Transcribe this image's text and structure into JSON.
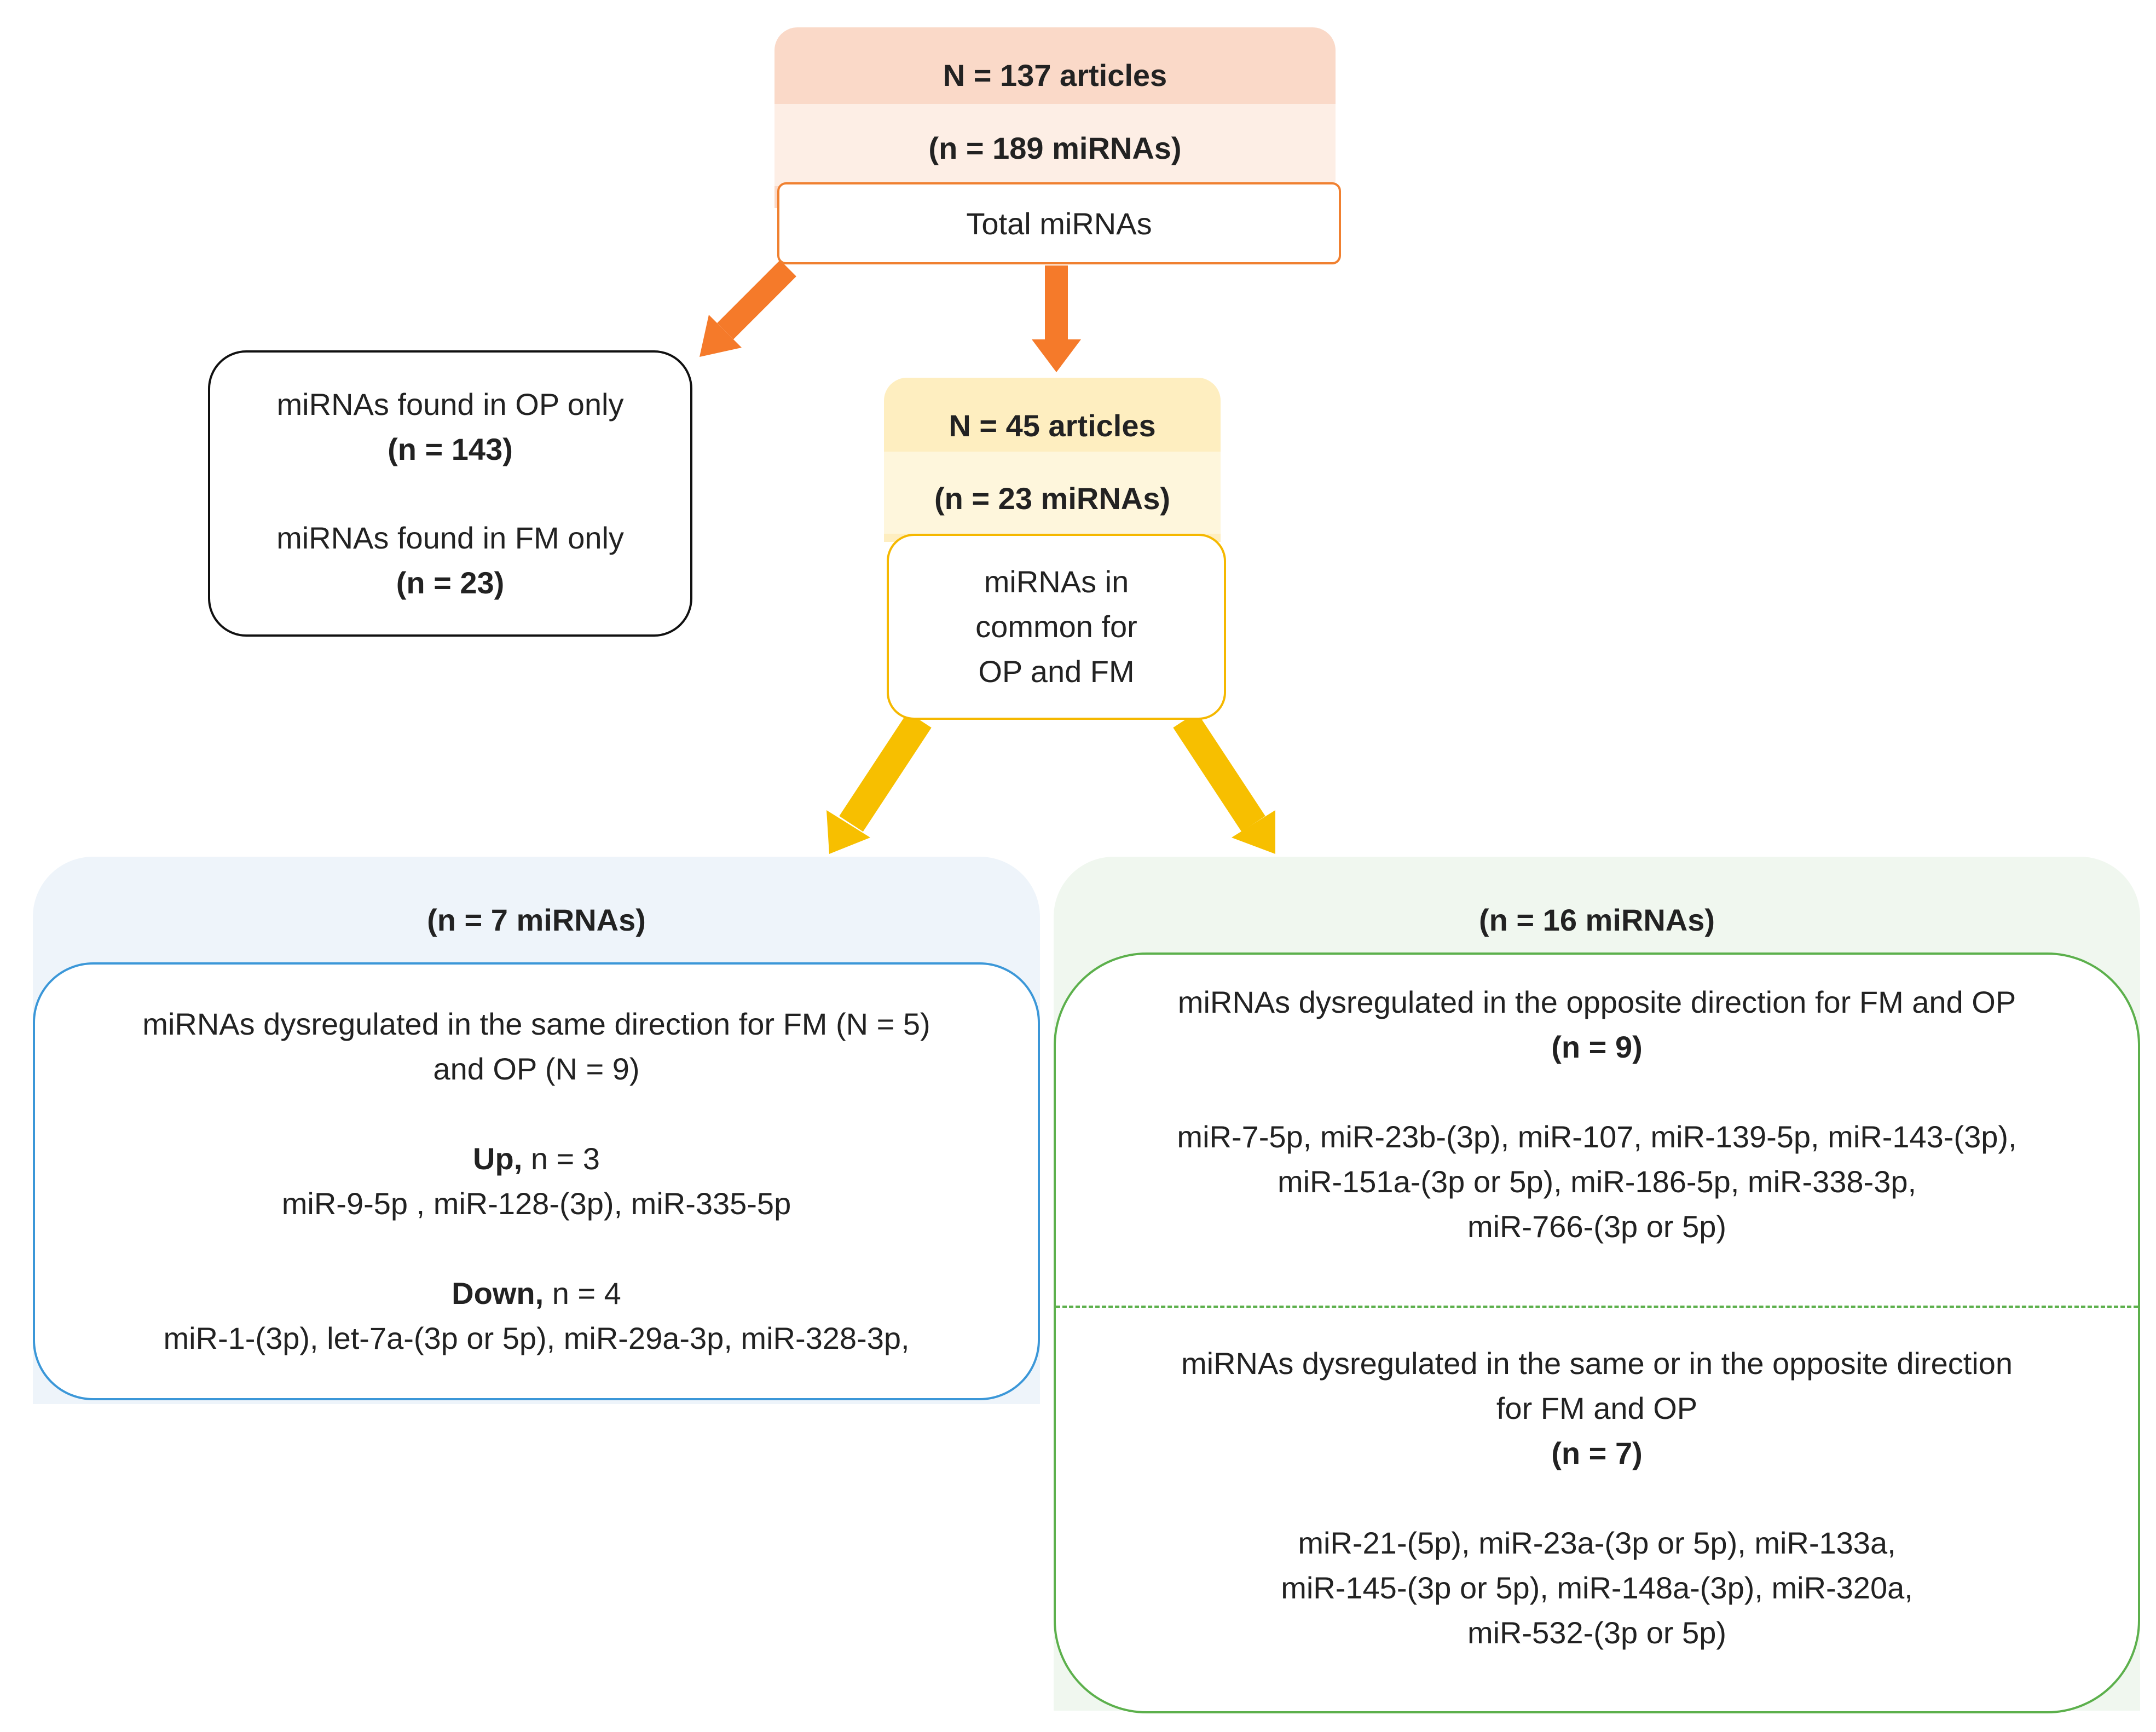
{
  "top": {
    "articles": "N = 137 articles",
    "mirnas": "(n = 189 miRNAs)",
    "label": "Total miRNAs"
  },
  "only": {
    "op_label": "miRNAs found in OP only",
    "op_count": "(n = 143)",
    "fm_label": "miRNAs found in FM only",
    "fm_count": "(n = 23)"
  },
  "common": {
    "articles": "N = 45 articles",
    "mirnas": "(n = 23 miRNAs)",
    "label_line1": "miRNAs in",
    "label_line2": "common for",
    "label_line3": "OP and FM"
  },
  "same": {
    "count": "(n = 7 miRNAs)",
    "desc_line1": "miRNAs dysregulated in the same direction for FM (N = 5)",
    "desc_line2": "and OP (N = 9)",
    "up_label": "Up,",
    "up_count": "n = 3",
    "up_list": "miR-9-5p , miR-128-(3p), miR-335-5p",
    "down_label": "Down,",
    "down_count": "n = 4",
    "down_list": "miR-1-(3p), let-7a-(3p or 5p), miR-29a-3p, miR-328-3p,"
  },
  "opposite": {
    "count": "(n = 16 miRNAs)",
    "desc": "miRNAs dysregulated in the opposite direction for FM and OP",
    "sub_count": "(n = 9)",
    "list_line1": "miR-7-5p, miR-23b-(3p), miR-107, miR-139-5p, miR-143-(3p),",
    "list_line2": "miR-151a-(3p or 5p), miR-186-5p, miR-338-3p,",
    "list_line3": "miR-766-(3p or 5p)",
    "mixed_desc_line1": "miRNAs dysregulated in the same or in the opposite direction",
    "mixed_desc_line2": "for FM and OP",
    "mixed_count": "(n = 7)",
    "mixed_list_line1": "miR-21-(5p), miR-23a-(3p or 5p), miR-133a,",
    "mixed_list_line2": "miR-145-(3p or 5p), miR-148a-(3p), miR-320a,",
    "mixed_list_line3": "miR-532-(3p or 5p)"
  },
  "colors": {
    "orange": "#f57a2a",
    "yellow": "#f7bf00",
    "blue": "#3b97d8",
    "green": "#5cb04c"
  }
}
